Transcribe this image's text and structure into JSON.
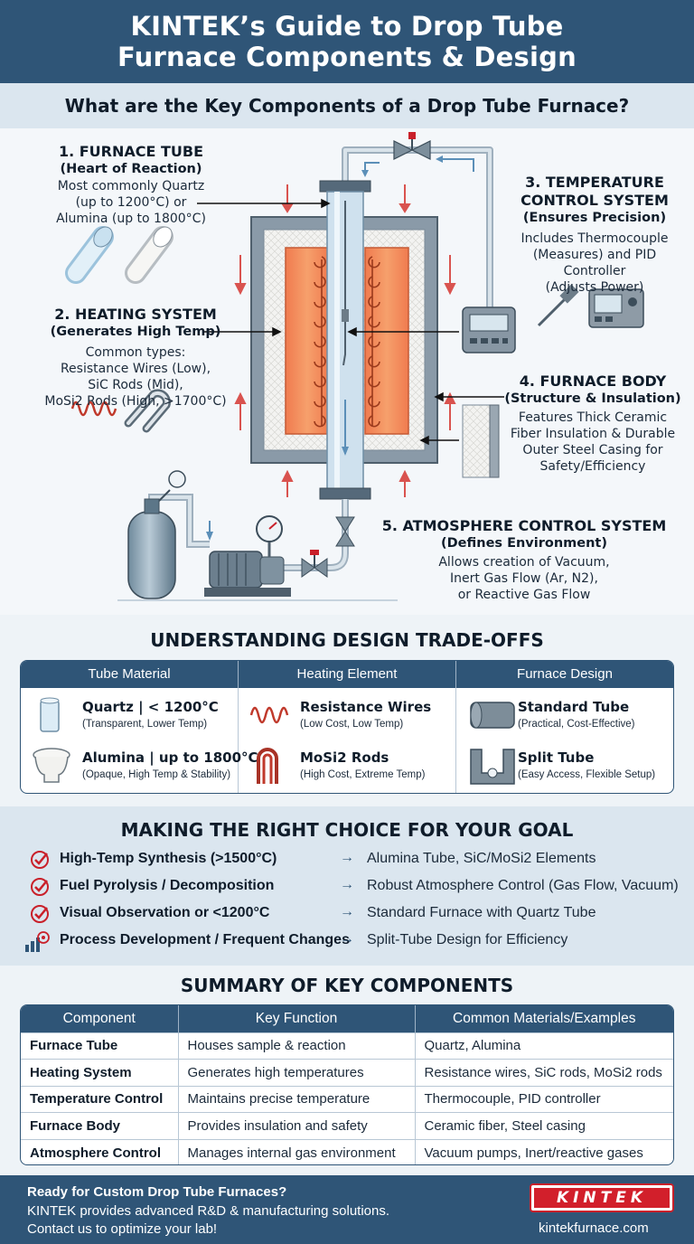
{
  "header": {
    "title_line1": "KINTEK’s Guide to Drop Tube",
    "title_line2": "Furnace Components & Design"
  },
  "section1": {
    "title": "What are the Key Components of a Drop Tube Furnace?"
  },
  "components": {
    "c1": {
      "title": "1. FURNACE TUBE",
      "subtitle": "(Heart of Reaction)",
      "d1": "Most commonly Quartz",
      "d2": "(up to 1200°C) or",
      "d3": "Alumina (up to 1800°C)"
    },
    "c2": {
      "title": "2. HEATING SYSTEM",
      "subtitle": "(Generates High Temp)",
      "d1": "Common types:",
      "d2": "Resistance Wires (Low),",
      "d3": "SiC Rods (Mid),",
      "d4": "MoSi2 Rods (High, >1700°C)"
    },
    "c3": {
      "title1": "3. TEMPERATURE",
      "title2": "CONTROL SYSTEM",
      "subtitle": "(Ensures Precision)",
      "d1": "Includes Thermocouple",
      "d2": "(Measures) and PID Controller",
      "d3": "(Adjusts Power)"
    },
    "c4": {
      "title": "4. FURNACE BODY",
      "subtitle": "(Structure & Insulation)",
      "d1": "Features Thick Ceramic",
      "d2": "Fiber Insulation & Durable",
      "d3": "Outer Steel Casing for",
      "d4": "Safety/Efficiency"
    },
    "c5": {
      "title": "5. ATMOSPHERE CONTROL SYSTEM",
      "subtitle": "(Defines Environment)",
      "d1": "Allows creation of Vacuum,",
      "d2": "Inert Gas Flow (Ar, N2),",
      "d3": "or Reactive Gas Flow"
    }
  },
  "tradeoffs": {
    "title": "UNDERSTANDING DESIGN TRADE-OFFS",
    "headers": [
      "Tube Material",
      "Heating Element",
      "Furnace Design"
    ],
    "items": [
      {
        "name": "Quartz | < 1200°C",
        "sub": "(Transparent, Lower Temp)"
      },
      {
        "name": "Alumina | up to 1800°C",
        "sub": "(Opaque, High Temp & Stability)"
      },
      {
        "name": "Resistance Wires",
        "sub": "(Low Cost, Low Temp)"
      },
      {
        "name": "MoSi2 Rods",
        "sub": "(High Cost, Extreme Temp)"
      },
      {
        "name": "Standard Tube",
        "sub": "(Practical, Cost-Effective)"
      },
      {
        "name": "Split Tube",
        "sub": "(Easy Access, Flexible Setup)"
      }
    ]
  },
  "goals": {
    "title": "MAKING THE RIGHT CHOICE FOR YOUR GOAL",
    "rows": [
      {
        "goal": "High-Temp Synthesis (>1500°C)",
        "arrow": "→",
        "result": "Alumina Tube, SiC/MoSi2 Elements"
      },
      {
        "goal": "Fuel Pyrolysis / Decomposition",
        "arrow": "→",
        "result": "Robust Atmosphere Control (Gas Flow, Vacuum)"
      },
      {
        "goal": "Visual Observation or <1200°C",
        "arrow": "→",
        "result": "Standard Furnace with Quartz Tube"
      },
      {
        "goal": "Process Development / Frequent Changes",
        "arrow": "→",
        "result": "Split-Tube Design for Efficiency"
      }
    ]
  },
  "summary": {
    "title": "SUMMARY OF KEY COMPONENTS",
    "headers": [
      "Component",
      "Key Function",
      "Common Materials/Examples"
    ],
    "rows": [
      [
        "Furnace Tube",
        "Houses sample & reaction",
        "Quartz, Alumina"
      ],
      [
        "Heating System",
        "Generates high temperatures",
        "Resistance wires, SiC rods, MoSi2 rods"
      ],
      [
        "Temperature Control",
        "Maintains precise temperature",
        "Thermocouple, PID controller"
      ],
      [
        "Furnace Body",
        "Provides insulation and safety",
        "Ceramic fiber, Steel casing"
      ],
      [
        "Atmosphere Control",
        "Manages internal gas environment",
        "Vacuum pumps, Inert/reactive gases"
      ]
    ]
  },
  "footer": {
    "line1": "Ready for Custom Drop Tube Furnaces?",
    "line2": "KINTEK provides advanced R&D & manufacturing solutions.",
    "line3": "Contact us to optimize your lab!",
    "logo": "KINTEK",
    "url": "kintekfurnace.com"
  },
  "colors": {
    "primary": "#2f5577",
    "band": "#dbe6ef",
    "heater": "#f08a5d",
    "accent_red": "#c9202a"
  }
}
